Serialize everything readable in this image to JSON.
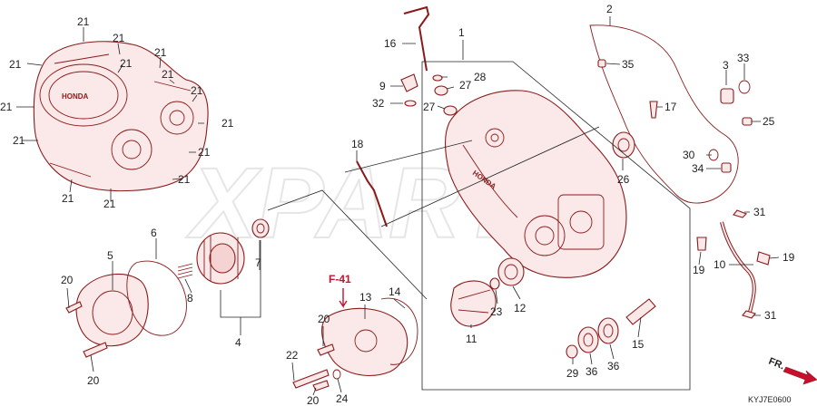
{
  "watermark": "XPARTS",
  "section_ref": "F-41",
  "diagram_code": "KYJ7E0600",
  "fr_label": "FR.",
  "crankcase_logo": "HONDA",
  "callouts": [
    {
      "n": "1"
    },
    {
      "n": "2"
    },
    {
      "n": "3"
    },
    {
      "n": "33"
    },
    {
      "n": "35"
    },
    {
      "n": "25"
    },
    {
      "n": "17"
    },
    {
      "n": "16"
    },
    {
      "n": "28"
    },
    {
      "n": "27"
    },
    {
      "n": "27"
    },
    {
      "n": "9"
    },
    {
      "n": "32"
    },
    {
      "n": "18"
    },
    {
      "n": "26"
    },
    {
      "n": "30"
    },
    {
      "n": "34"
    },
    {
      "n": "31"
    },
    {
      "n": "19"
    },
    {
      "n": "19"
    },
    {
      "n": "10"
    },
    {
      "n": "31"
    },
    {
      "n": "12"
    },
    {
      "n": "23"
    },
    {
      "n": "11"
    },
    {
      "n": "15"
    },
    {
      "n": "29"
    },
    {
      "n": "36"
    },
    {
      "n": "36"
    },
    {
      "n": "13"
    },
    {
      "n": "14"
    },
    {
      "n": "20"
    },
    {
      "n": "22"
    },
    {
      "n": "20"
    },
    {
      "n": "24"
    },
    {
      "n": "5"
    },
    {
      "n": "6"
    },
    {
      "n": "4"
    },
    {
      "n": "7"
    },
    {
      "n": "8"
    },
    {
      "n": "20"
    },
    {
      "n": "20"
    },
    {
      "n": "21"
    },
    {
      "n": "21"
    },
    {
      "n": "21"
    },
    {
      "n": "21"
    },
    {
      "n": "21"
    },
    {
      "n": "21"
    },
    {
      "n": "21"
    },
    {
      "n": "21"
    },
    {
      "n": "21"
    },
    {
      "n": "21"
    },
    {
      "n": "21"
    },
    {
      "n": "21"
    },
    {
      "n": "21"
    },
    {
      "n": "21"
    }
  ]
}
